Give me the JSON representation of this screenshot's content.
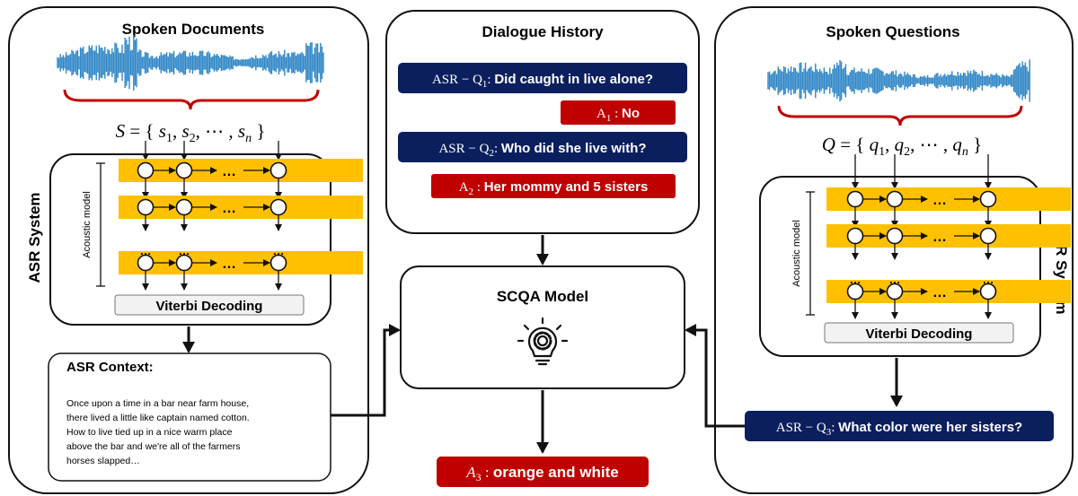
{
  "spoken_documents": {
    "title": "Spoken Documents",
    "set_var": "S",
    "set_sym": "s",
    "set_last": "n",
    "side_label": "ASR System",
    "acoustic_label": "Acoustic model",
    "decoding_label": "Viterbi Decoding"
  },
  "asr_context": {
    "title": "ASR Context:",
    "lines": [
      "Once upon a time in a bar near farm house,",
      "there lived a little like captain named cotton.",
      "How to live tied up in a nice warm place",
      "above  the bar and we're all of the farmers",
      "horses slapped…"
    ]
  },
  "dialogue_history": {
    "title": "Dialogue History",
    "q1_prefix": "ASR − Q",
    "q1_sub": "1",
    "q1_text": "Did caught in live alone?",
    "a1_prefix": "A",
    "a1_sub": "1",
    "a1_text": "No",
    "q2_prefix": "ASR − Q",
    "q2_sub": "2",
    "q2_text": "Who did she live with?",
    "a2_prefix": "A",
    "a2_sub": "2",
    "a2_text": "Her mommy and 5 sisters"
  },
  "scqa_model": {
    "title": "SCQA Model"
  },
  "answer": {
    "prefix": "A",
    "sub": "3",
    "text": "orange and white"
  },
  "spoken_questions": {
    "title": "Spoken Questions",
    "set_var": "Q",
    "set_sym": "q",
    "set_last": "n",
    "side_label": "ASR System",
    "acoustic_label": "Acoustic model",
    "decoding_label": "Viterbi Decoding"
  },
  "question3": {
    "prefix": "ASR − Q",
    "sub": "3",
    "text": "What color were her sisters?"
  },
  "colors": {
    "navy": "#0b1f5e",
    "red": "#c00000",
    "orange": "#ffc000",
    "wave": "#2f86c6",
    "brace": "#c00000"
  }
}
